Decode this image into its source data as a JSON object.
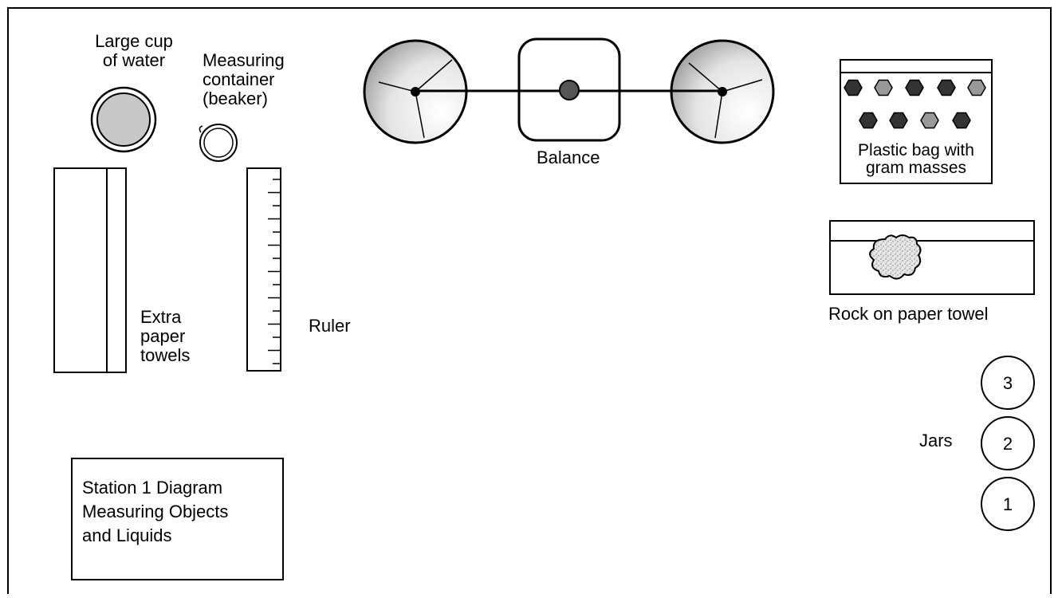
{
  "diagram": {
    "title_lines": "Station 1 Diagram\nMeasuring Objects\nand Liquids",
    "labels": {
      "large_cup": "Large cup\nof water",
      "measuring_container": "Measuring\ncontainer\n(beaker)",
      "balance": "Balance",
      "plastic_bag": "Plastic bag with\ngram masses",
      "rock": "Rock on paper towel",
      "extra_towels": "Extra\npaper\ntowels",
      "ruler": "Ruler",
      "jars": "Jars"
    },
    "jar_numbers": [
      "3",
      "2",
      "1"
    ]
  },
  "colors": {
    "line": "#000000",
    "dark_weight": "#333333",
    "light_weight": "#999999",
    "cup_fill": "#c8c8c8",
    "rock_fill": "#d6d6d6"
  }
}
